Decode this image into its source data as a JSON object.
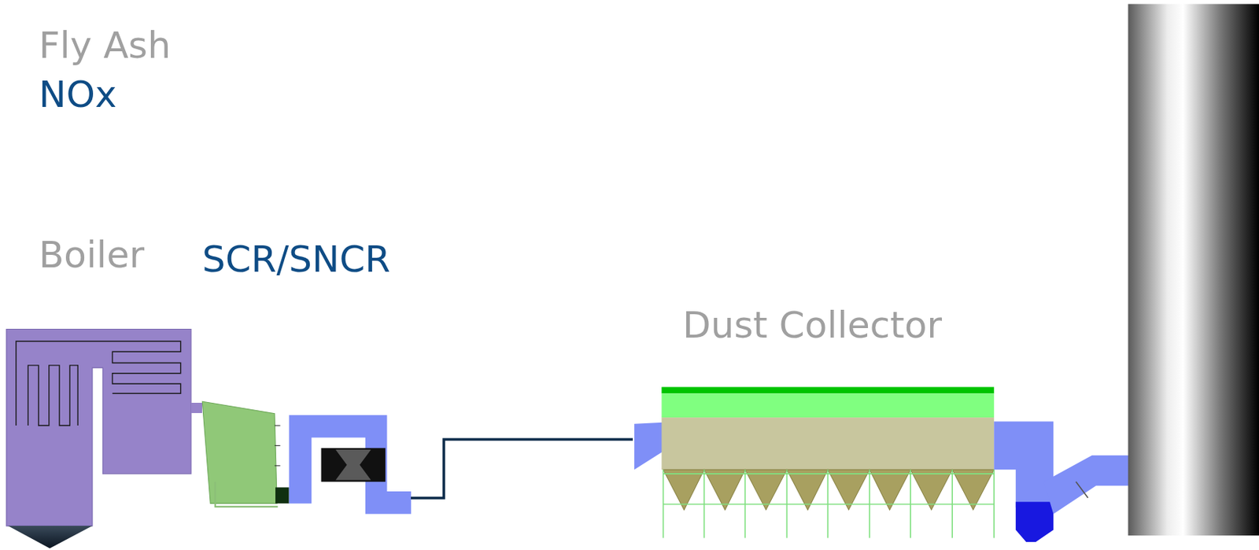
{
  "diagram": {
    "nodes": [
      {
        "text": [
          "Boiler"
        ]
      },
      {
        "text": [
          "SCR/SNCR"
        ]
      },
      {
        "text": [
          "Dust Collector"
        ]
      }
    ],
    "edges": [
      {
        "from": 0,
        "to": 1,
        "arrow": "none"
      },
      {
        "from": 1,
        "to": 2,
        "arrow": "none"
      }
    ],
    "labels": [
      "Fly Ash",
      "NOx"
    ]
  }
}
